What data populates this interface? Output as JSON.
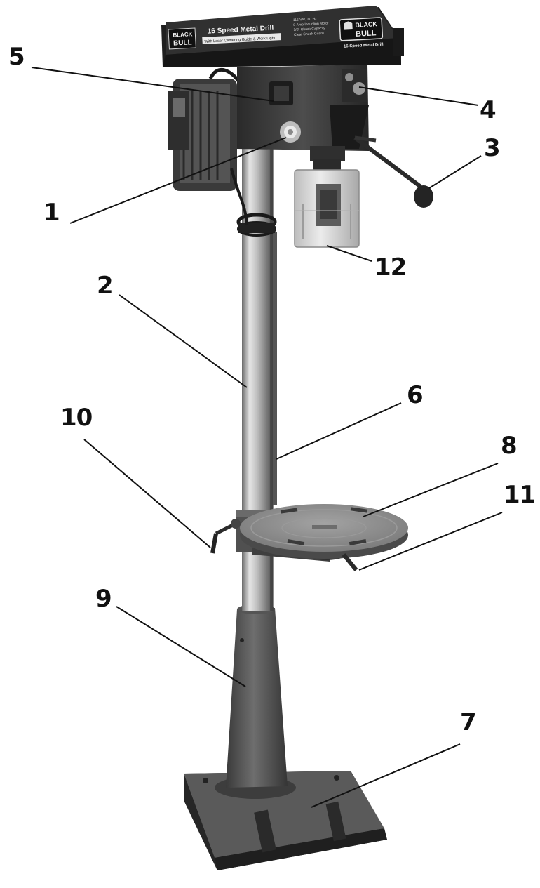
{
  "product": {
    "brand_left": [
      "BLACK",
      "BULL"
    ],
    "model_title": "16 Speed Metal Drill",
    "subtitle": "With Laser Centering Guide & Work Light",
    "brand_right": [
      "BLACK",
      "BULL"
    ],
    "model_right": "16 Speed Metal Drill",
    "specs": [
      "115 VAC 60 Hz",
      "8-Amp Induction Motor",
      "5/8\" Chuck Capacity",
      "Clear Chuck Guard"
    ]
  },
  "callouts": [
    {
      "id": "1",
      "label": "1"
    },
    {
      "id": "2",
      "label": "2"
    },
    {
      "id": "3",
      "label": "3"
    },
    {
      "id": "4",
      "label": "4"
    },
    {
      "id": "5",
      "label": "5"
    },
    {
      "id": "6",
      "label": "6"
    },
    {
      "id": "7",
      "label": "7"
    },
    {
      "id": "8",
      "label": "8"
    },
    {
      "id": "9",
      "label": "9"
    },
    {
      "id": "10",
      "label": "10"
    },
    {
      "id": "11",
      "label": "11"
    },
    {
      "id": "12",
      "label": "12"
    }
  ],
  "colors": {
    "body_dark": "#2e2e2e",
    "body_mid": "#4a4a4a",
    "column_light": "#c9c9c9",
    "column_shadow": "#6d6d6d",
    "table": "#8e8e8e",
    "guard": "#d4d4d4",
    "line": "#111111"
  }
}
